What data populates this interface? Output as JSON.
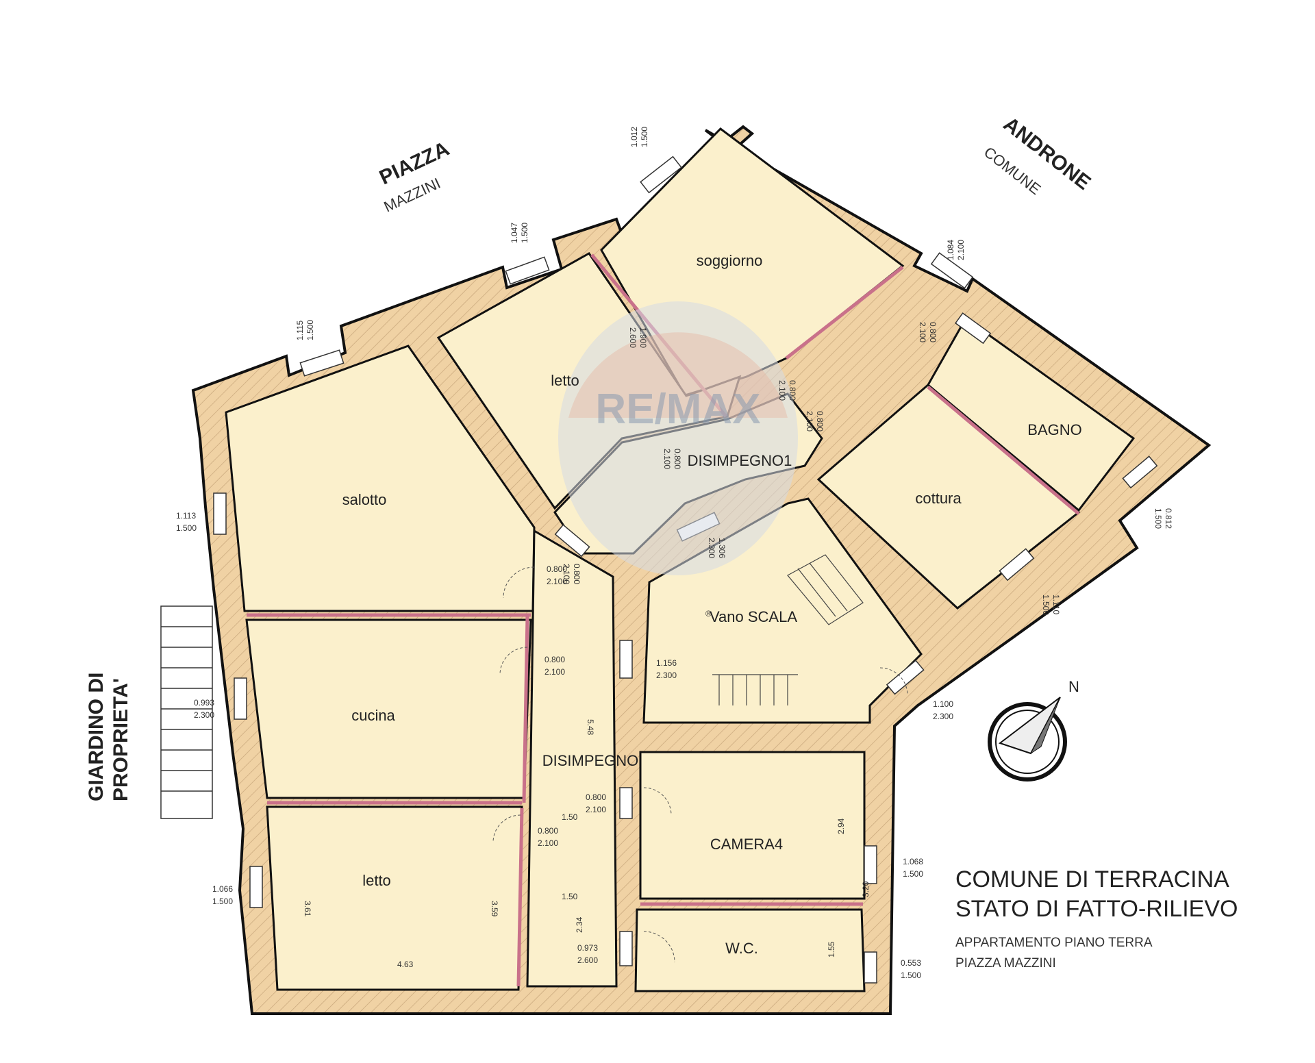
{
  "streets": {
    "piazza": "PIAZZA",
    "mazzini": "MAZZINI",
    "androne": "ANDRONE",
    "comune": "COMUNE",
    "giardino_line1": "GIARDINO DI",
    "giardino_line2": "PROPRIETA'"
  },
  "rooms": {
    "soggiorno": "soggiorno",
    "letto_top": "letto",
    "salotto": "salotto",
    "disimpegno1": "DISIMPEGNO1",
    "bagno": "BAGNO",
    "cottura": "cottura",
    "vano_scala": "Vano SCALA",
    "cucina": "cucina",
    "disimpegno": "DISIMPEGNO",
    "camera4": "CAMERA4",
    "letto_bottom": "letto",
    "wc": "W.C."
  },
  "dimensions": {
    "d1": "1.012",
    "d1b": "1.500",
    "d2": "1.047",
    "d2b": "1.500",
    "d3": "1.115",
    "d3b": "1.500",
    "d4": "1.084",
    "d4b": "2.100",
    "d5": "0.800",
    "d5b": "2.100",
    "d6": "1.900",
    "d6b": "2.600",
    "d7": "0.800",
    "d7b": "2.100",
    "d8": "0.800",
    "d8b": "2.100",
    "d9": "0.800",
    "d9b": "2.100",
    "d10": "0.812",
    "d10b": "1.500",
    "d11": "1.113",
    "d11b": "1.500",
    "d12": "1.306",
    "d12b": "2.300",
    "d13": "0.800",
    "d13b": "2.100",
    "d14": "0.800",
    "d14b": "2.100",
    "d15": "1.110",
    "d15b": "1.500",
    "d16": "1.156",
    "d16b": "2.300",
    "d17": "0.800",
    "d17b": "2.100",
    "d18": "1.100",
    "d18b": "2.300",
    "d19": "0.993",
    "d19b": "2.300",
    "d20": "5.48",
    "d21": "0.800",
    "d21b": "2.100",
    "d22": "1.50",
    "d23": "0.800",
    "d23b": "2.100",
    "d24": "2.94",
    "d25": "1.068",
    "d25b": "1.500",
    "d26": "1.066",
    "d26b": "1.500",
    "d27": "3.61",
    "d28": "3.59",
    "d29": "1.50",
    "d30": "3.20",
    "d31": "2.34",
    "d32": "0.973",
    "d32b": "2.600",
    "d33": "1.55",
    "d34": "0.553",
    "d34b": "1.500",
    "d35": "4.63"
  },
  "compass": {
    "label": "N"
  },
  "watermark": {
    "text": "RE/MAX",
    "registered": "®"
  },
  "title_block": {
    "line1": "COMUNE DI TERRACINA",
    "line2": "STATO DI FATTO-RILIEVO",
    "line3": "APPARTAMENTO PIANO TERRA",
    "line4": "PIAZZA MAZZINI"
  },
  "colors": {
    "floor": "#fbf0cc",
    "wall": "#f0d2a4",
    "outline": "#111111",
    "partition": "#c9718a"
  }
}
